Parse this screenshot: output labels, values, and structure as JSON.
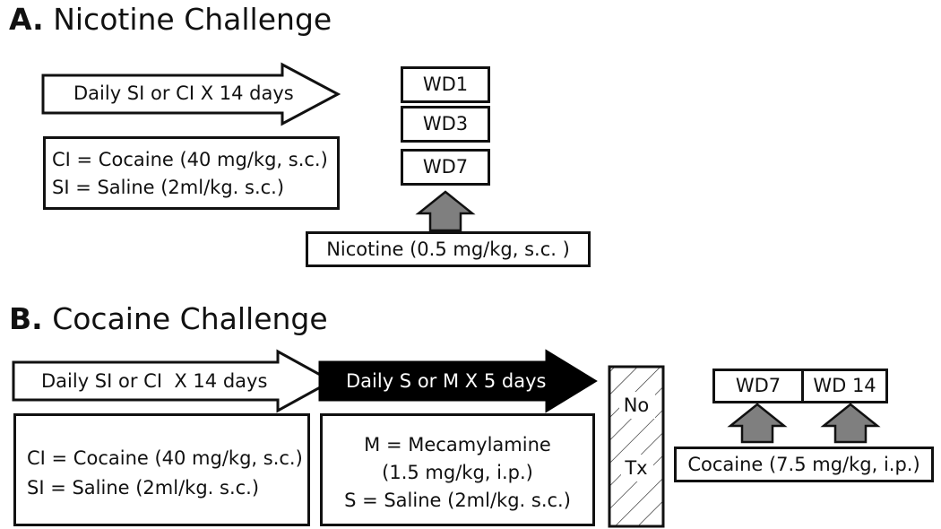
{
  "colors": {
    "stroke": "#111111",
    "arrow_gray": "#7f7f7f",
    "arrow_black": "#000000",
    "background": "#ffffff"
  },
  "section_a": {
    "letter": "A.",
    "title": "Nicotine Challenge",
    "arrow_label": "Daily SI or CI X 14 days",
    "legend_line1": "CI = Cocaine (40 mg/kg, s.c.)",
    "legend_line2": "SI = Saline (2ml/kg. s.c.)",
    "wd_boxes": [
      "WD1",
      "WD3",
      "WD7"
    ],
    "challenge_label": "Nicotine (0.5 mg/kg, s.c. )"
  },
  "section_b": {
    "letter": "B.",
    "title": "Cocaine Challenge",
    "arrow1_label": "Daily SI or CI  X 14 days",
    "arrow2_label": "Daily S or M X 5 days",
    "legend1_line1": "CI = Cocaine (40 mg/kg, s.c.)",
    "legend1_line2": "SI = Saline (2ml/kg. s.c.)",
    "legend2_line1": "M = Mecamylamine",
    "legend2_line2": "(1.5 mg/kg, i.p.)",
    "legend2_line3": "S = Saline (2ml/kg. s.c.)",
    "no_tx_top": "No",
    "no_tx_bottom": "Tx",
    "wd_boxes": [
      "WD7",
      "WD 14"
    ],
    "challenge_label": "Cocaine (7.5 mg/kg, i.p.)"
  }
}
